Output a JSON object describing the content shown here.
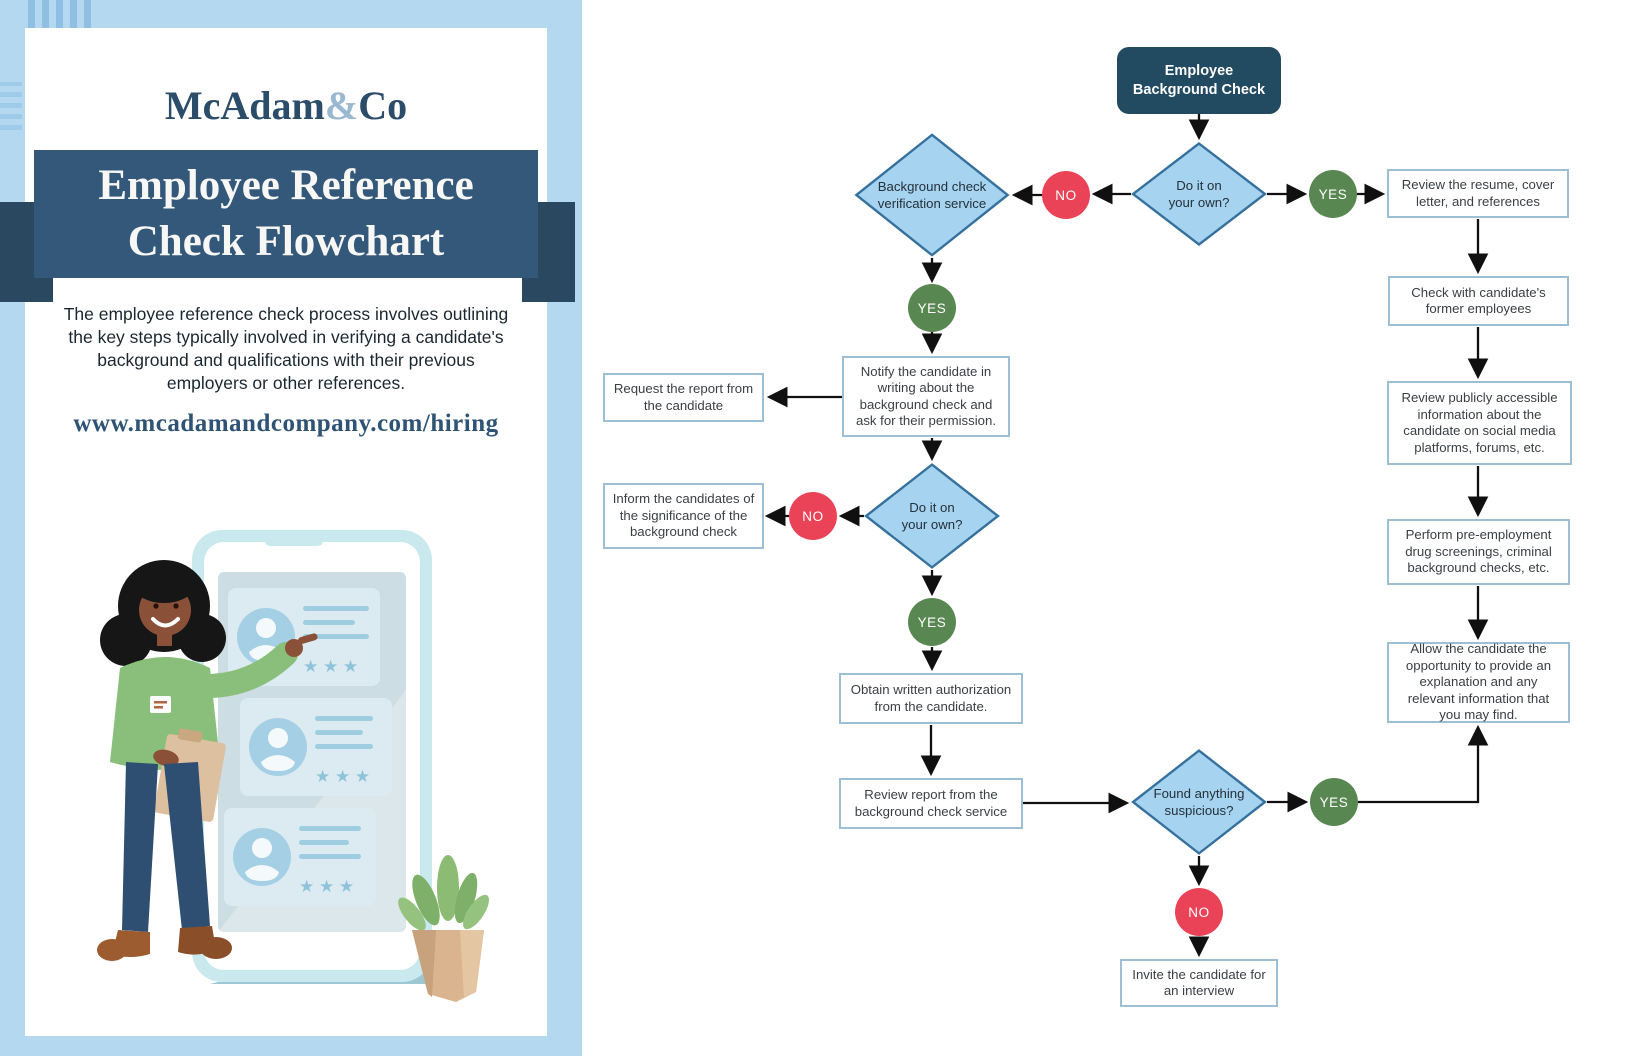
{
  "brand": {
    "logo_prefix": "McAdam",
    "logo_amp": "&",
    "logo_suffix": "Co"
  },
  "panel": {
    "title_line1": "Employee Reference",
    "title_line2": "Check Flowchart",
    "description": "The employee reference check process involves outlining the key steps typically involved in verifying a candidate's background and qualifications with their previous employers or other references.",
    "url": "www.mcadamandcompany.com/hiring"
  },
  "flowchart": {
    "start": {
      "line1": "Employee",
      "line2": "Background Check"
    },
    "decisions": {
      "d1": {
        "line1": "Do it on",
        "line2": "your own?"
      },
      "d2": {
        "line1": "Background check",
        "line2": "verification service"
      },
      "d3": {
        "line1": "Do it on",
        "line2": "your own?"
      },
      "d4": {
        "line1": "Found anything",
        "line2": "suspicious?"
      }
    },
    "boxes": {
      "request": "Request the report from the candidate",
      "notify": "Notify the candidate in writing about the background check and ask for their permission.",
      "inform": "Inform the candidates of the significance of the background check",
      "obtain": "Obtain written authorization from the candidate.",
      "review_report": "Review report from the background check service",
      "invite": "Invite the candidate for an interview",
      "review_resume": "Review the resume, cover letter, and references",
      "check_former": "Check with candidate's former employees",
      "review_public": "Review publicly accessible information about the candidate on social media platforms, forums, etc.",
      "screenings": "Perform pre-employment drug screenings, criminal background checks, etc.",
      "allow_explain": "Allow the candidate the opportunity to provide an explanation and any relevant information that you may find."
    },
    "labels": {
      "yes": "YES",
      "no": "NO"
    }
  },
  "colors": {
    "panel_bg": "#B4D8F0",
    "banner_blue": "#34587A",
    "wing_navy": "#2B4861",
    "start_navy": "#224A61",
    "diamond_fill": "#A6D3F0",
    "diamond_stroke": "#36719E",
    "yes_green": "#598751",
    "no_red": "#EA4256",
    "box_border": "#9DBFD6",
    "arrow": "#101010"
  }
}
